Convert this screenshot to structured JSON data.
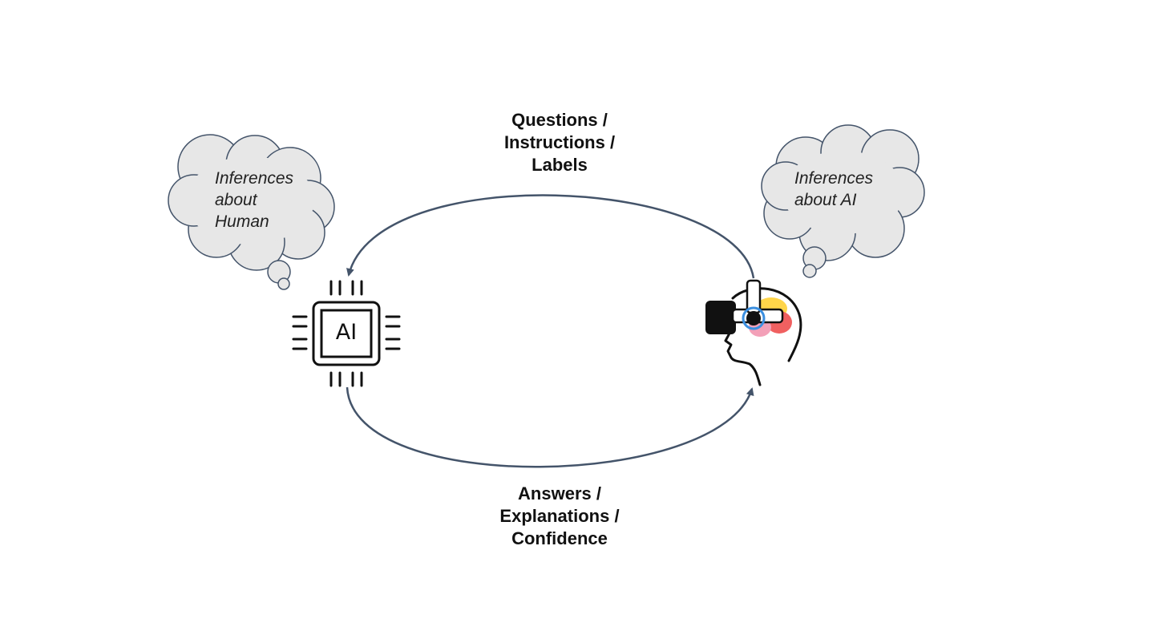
{
  "flows": {
    "top": {
      "lines": [
        "Questions /",
        "Instructions /",
        "Labels"
      ]
    },
    "bottom": {
      "lines": [
        "Answers /",
        "Explanations /",
        "Confidence"
      ]
    }
  },
  "thoughts": {
    "ai": {
      "lines": [
        "Inferences",
        "about",
        "Human"
      ]
    },
    "human": {
      "lines": [
        "Inferences",
        "about AI"
      ]
    }
  },
  "chip": {
    "label": "AI"
  },
  "icons": {
    "ai": "ai-chip-icon",
    "human": "human-head-vr-headset-icon",
    "brain": "brain-icon"
  },
  "colors": {
    "arrow": "#44546a",
    "cloud_fill": "#e7e7e7",
    "cloud_stroke": "#44546a",
    "icon_stroke": "#111111",
    "brain_yellow": "#ffd54a",
    "brain_red": "#f06060",
    "brain_pink": "#f3a0b8",
    "headset_blue": "#3b8fe0"
  }
}
